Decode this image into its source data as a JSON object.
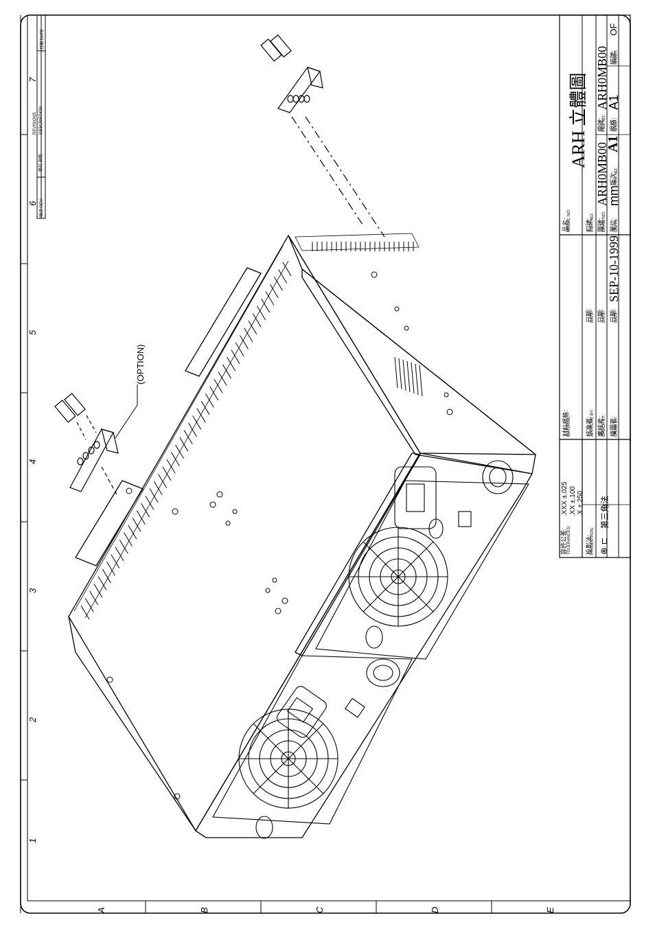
{
  "zones": {
    "columns": [
      "1",
      "2",
      "3",
      "4",
      "5",
      "6",
      "7"
    ],
    "rows": [
      "A",
      "B",
      "C",
      "D",
      "E"
    ]
  },
  "revisions": {
    "header": "REVISIONS",
    "rev_label": "版次 REV.",
    "desc_label_cn": "修訂 說明",
    "desc_label": "DESCRIPTION",
    "date_label": "日期 DATE"
  },
  "callout": {
    "option": "(OPTION)"
  },
  "title_block": {
    "tolerances_label_cn": "容許公差:",
    "tolerances_label": "TOLERANCES:",
    "tol_xxx": ".XXX ±.025",
    "tol_xx": ".XX ±.100",
    "tol_x": ".X ±.250",
    "projection_label_cn": "投影法:",
    "projection_label": "PROJECTION:",
    "projection_value": "第三角法",
    "material_label_cn": "材料規格:",
    "material_label": "MATERIAL:",
    "approve_label_cn": "核准者:",
    "approve_label": "APPROVE BY:",
    "check_label_cn": "審核者:",
    "check_label": "CHECK BY:",
    "draw_by_label_cn": "繪圖者:",
    "draw_by_label": "DRAW BY:",
    "date_label_cn": "日期:",
    "date_label": "DATE:",
    "date_value": "SEP-10-1999",
    "model_label_cn": "品名:",
    "model_label": "MODEL NO:",
    "model_value": "ARH 立體圖",
    "part_label_cn": "料號:",
    "part_label": "PART NO:",
    "draw_no_label_cn": "圖號:",
    "draw_no_label": "DRAW NO:",
    "draw_no_value": "ARH0MB00",
    "file_no_label_cn": "檔號:",
    "file_no_label": "FILE NO:",
    "file_no_value": "ARH0MB00",
    "units_label_cn": "單位:",
    "units_label": "UNITS:",
    "units_value": "mm",
    "rev_no_label_cn": "版次:",
    "rev_no_label": "REV. NO:",
    "rev_no_value": "A1",
    "spec_label_cn": "規格:",
    "spec_label": "SPEC.:",
    "spec_value": "A1",
    "sheet_label_cn": "編號:",
    "sheet_label": "SHEET:",
    "sheet_value": "OF"
  }
}
